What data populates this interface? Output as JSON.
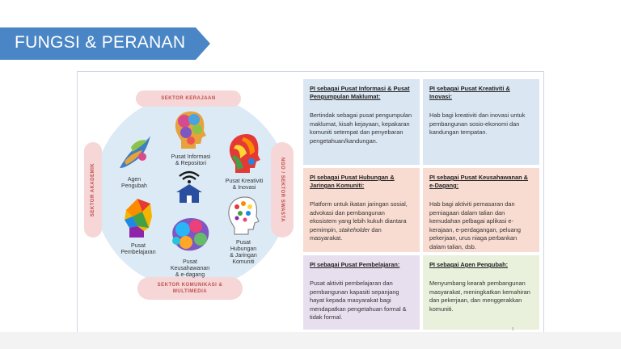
{
  "title": "FUNGSI & PERANAN",
  "colors": {
    "banner": "#4a86c5",
    "sector": "#c0504d",
    "circle": "#dceaf6"
  },
  "sectors": {
    "top": "SEKTOR KERAJAAN",
    "bottom": "SEKTOR KOMUNIKASI & MULTIMEDIA",
    "left": "SEKTOR AKADEMIK",
    "right": "NGO / SEKTOR SWASTA"
  },
  "nodes": {
    "informasi": [
      "Pusat Informasi",
      "& Repositori"
    ],
    "kreativiti": [
      "Pusat Kreativiti",
      "& Inovasi"
    ],
    "agen": [
      "Agen",
      "Pengubah"
    ],
    "pembelajaran": [
      "Pusat",
      "Pembelajaran"
    ],
    "keusahawanan": [
      "Pusat",
      "Keusahawanan",
      "& e-dagang"
    ],
    "hubungan": [
      "Pusat",
      "Hubungan",
      "& Jaringan",
      "Komuniti"
    ]
  },
  "icons": {
    "center": "house-wifi-icon"
  },
  "panels": {
    "p1": {
      "title": "PI sebagai Pusat Informasi & Pusat Pengumpulan Maklumat:",
      "body": "Bertindak sebagai pusat pengumpulan maklumat, kisah kejayaan, kepakaran komuniti setempat dan penyebaran pengetahuan/kandungan."
    },
    "p2": {
      "title": "PI sebagai Pusat Kreativiti & Inovasi:",
      "body": "Hab bagi kreativiti dan inovasi untuk pembangunan sosio-ekonomi dan kandungan tempatan."
    },
    "p3": {
      "title": "PI sebagai Pusat Hubungan & Jaringan Komuniti:",
      "body_a": "Platform untuk ikatan jaringan sosial, advokasi dan pembangunan ekosistem yang lebih kukuh diantara pemimpin, ",
      "body_em": "stakeholder",
      "body_b": " dan masyarakat."
    },
    "p4": {
      "title": "PI sebagai Pusat Keusahawanan & e-Dagang:",
      "body": "Hab bagi aktiviti pemasaran dan perniagaan dalam talian dan kemudahan pelbagai aplikasi e-kerajaan, e-perdagangan, peluang pekerjaan, urus niaga perbankan dalam talian, dsb."
    },
    "p5": {
      "title": "PI sebagai Pusat Pembelajaran:",
      "body": "Pusat aktiviti pembelajaran dan pembangunan kapasiti sepanjang hayat kepada masyarakat bagi mendapatkan pengetahuan formal & tidak formal."
    },
    "p6": {
      "title": "PI sebagai Agen Pengubah:",
      "body": "Menyumbang kearah pembangunan masyarakat, meningkatkan kemahiran dan pekerjaan, dan menggerakkan komuniti."
    }
  },
  "page_number": "5"
}
